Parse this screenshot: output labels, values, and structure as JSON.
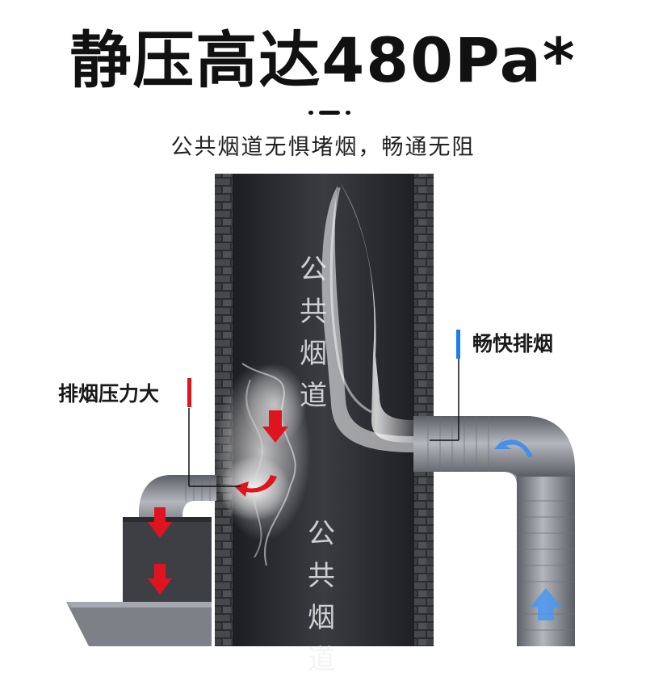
{
  "headline": "静压高达480Pa*",
  "subheadline": "公共烟道无惧堵烟，畅通无阻",
  "labels": {
    "left": "排烟压力大",
    "right": "畅快排烟"
  },
  "shaft_text_upper": [
    "公",
    "共",
    "烟",
    "道"
  ],
  "shaft_text_lower": [
    "公",
    "共",
    "烟",
    "道"
  ],
  "colors": {
    "red_marker": "#e0141e",
    "blue_marker": "#1a7fe6",
    "shaft": "#2e3035",
    "brick": "#3a3b3d",
    "duct": "#8d9097"
  }
}
